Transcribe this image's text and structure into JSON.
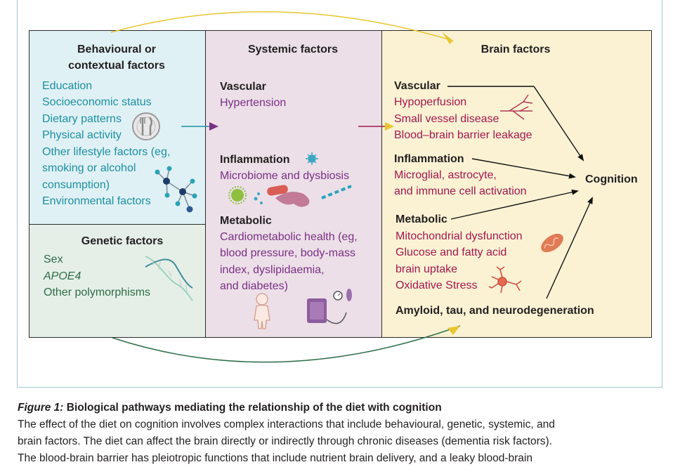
{
  "panels": {
    "behavioural": {
      "title_line1": "Behavioural or",
      "title_line2": "contextual factors",
      "items": [
        "Education",
        "Socioeconomic status",
        "Dietary patterns",
        "Physical activity",
        "Other lifestyle factors (eg,",
        "smoking or alcohol",
        "consumption)",
        "Environmental factors"
      ]
    },
    "genetic": {
      "title": "Genetic factors",
      "items": [
        "Sex",
        "APOE4",
        "Other polymorphisms"
      ]
    },
    "systemic": {
      "title": "Systemic factors",
      "vascular_heading": "Vascular",
      "vascular_items": [
        "Hypertension"
      ],
      "inflammation_heading": "Inflammation",
      "inflammation_items": [
        "Microbiome and dysbiosis"
      ],
      "metabolic_heading": "Metabolic",
      "metabolic_items": [
        "Cardiometabolic health (eg,",
        "blood pressure, body-mass",
        "index, dyslipidaemia,",
        "and diabetes)"
      ]
    },
    "brain": {
      "title": "Brain factors",
      "vascular_heading": "Vascular",
      "vascular_items": [
        "Hypoperfusion",
        "Small vessel disease",
        "Blood–brain barrier leakage"
      ],
      "inflammation_heading": "Inflammation",
      "inflammation_items": [
        "Microglial, astrocyte,",
        "and immune cell activation"
      ],
      "metabolic_heading": "Metabolic",
      "metabolic_items": [
        "Mitochondrial dysfunction",
        "Glucose and fatty acid",
        "brain uptake",
        "Oxidative Stress"
      ],
      "amyloid_heading": "Amyloid, tau, and neurodegeneration",
      "outcome": "Cognition"
    }
  },
  "icons": [
    "fork-knife-plate-icon",
    "molecule-network-icon",
    "dna-helix-icon",
    "microbe-icon",
    "gut-bacteria-icon",
    "child-figure-icon",
    "blood-pressure-monitor-icon",
    "blood-vessel-icon",
    "mitochondria-icon",
    "neuron-icon"
  ],
  "colors": {
    "behavioural_bg": "#e0f1f5",
    "genetic_bg": "#e5efe8",
    "systemic_bg": "#ecdfe8",
    "brain_bg": "#fbf2d4",
    "teal_text": "#1b8fa0",
    "green_text": "#2e6d45",
    "purple_text": "#7b2f84",
    "red_text": "#a3184d",
    "arc_arrow": "#e8c630"
  },
  "caption": {
    "label": "Figure 1:",
    "title": " Biological pathways mediating the relationship of the diet with cognition",
    "lines": [
      "The effect of the diet on cognition involves complex interactions that include behavioural, genetic, systemic, and",
      "brain factors. The diet can affect the brain directly or indirectly through chronic diseases (dementia risk factors).",
      "The blood-brain barrier has pleiotropic functions that include nutrient brain delivery, and a leaky blood-brain"
    ]
  }
}
